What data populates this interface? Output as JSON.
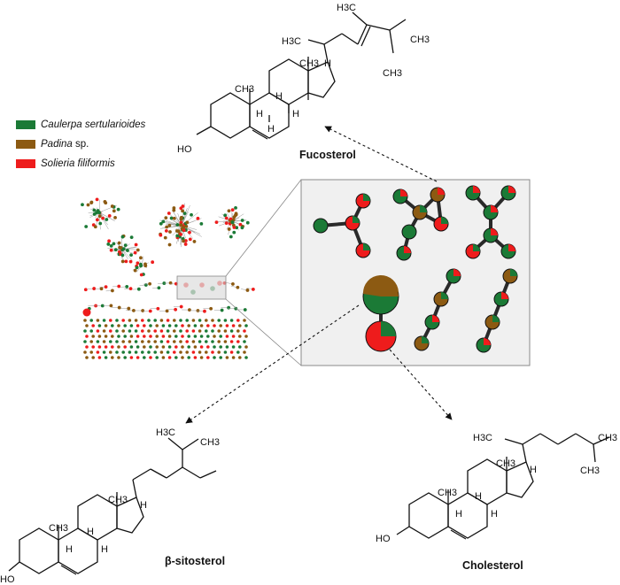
{
  "legend": {
    "items": [
      {
        "name": "Caulerpa sertularioides",
        "suffix": "",
        "color": "#1b7a36"
      },
      {
        "name": "Padina",
        "suffix": " sp.",
        "color": "#8c5a12"
      },
      {
        "name": "Solieria filiformis",
        "suffix": "",
        "color": "#ee1c1c"
      }
    ]
  },
  "molecules": {
    "fucosterol": {
      "name": "Fucosterol"
    },
    "sitosterol": {
      "name": "β-sitosterol"
    },
    "cholesterol": {
      "name": "Cholesterol"
    }
  },
  "atom_labels": {
    "h3c": "H3C",
    "ch3": "CH3",
    "h": "H",
    "ho": "HO"
  },
  "network": {
    "node_colors": [
      "#1b7a36",
      "#8c5a12",
      "#ee1c1c"
    ],
    "highlight_color": "#c9c9c9"
  }
}
